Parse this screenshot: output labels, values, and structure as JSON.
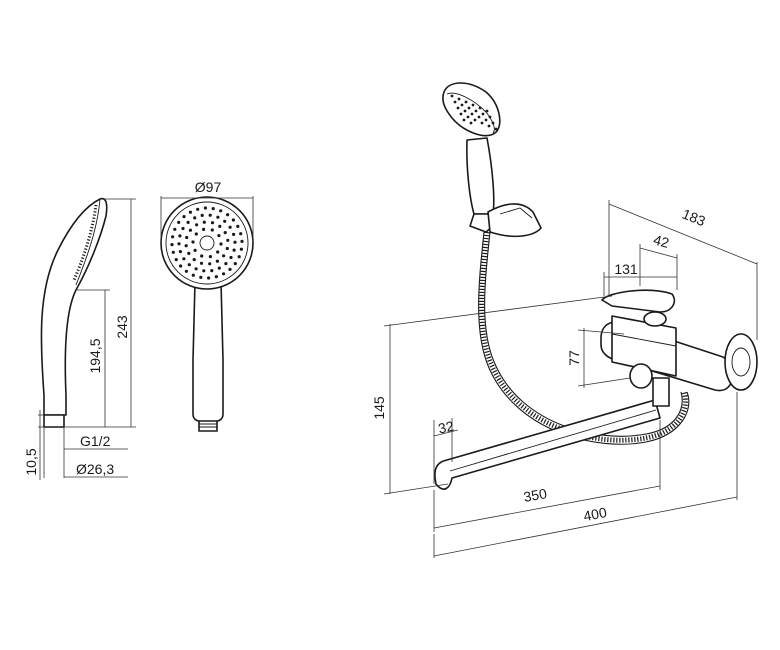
{
  "colors": {
    "line": "#1a1a1a",
    "background": "#ffffff"
  },
  "dimensions": {
    "side_view": {
      "total_length": "243",
      "body_length": "194,5",
      "thread": "G1/2",
      "handle_diameter": "Ø26,3",
      "thread_height": "10,5"
    },
    "front_view": {
      "head_diameter": "Ø97"
    },
    "mixer": {
      "total_depth": "183",
      "dim_42": "42",
      "dim_131": "131",
      "dim_77": "77",
      "height_145": "145",
      "spout_height_32": "32",
      "spout_350": "350",
      "spout_400": "400"
    }
  }
}
